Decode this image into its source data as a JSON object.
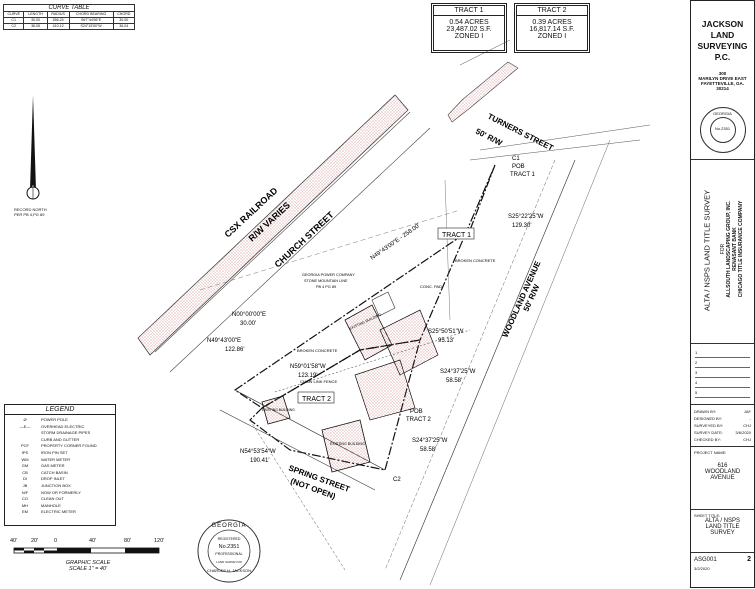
{
  "curve_table": {
    "title": "CURVE TABLE",
    "headers": [
      "CURVE",
      "LENGTH",
      "RADIUS",
      "CHORD BEARING",
      "CHORD"
    ],
    "rows": [
      [
        "C1",
        "30.00",
        "556.24",
        "S67°44'56\"E",
        "30.00"
      ],
      [
        "C2",
        "36.05",
        "410.12",
        "S24°15'50\"W",
        "36.04"
      ]
    ]
  },
  "tracts": [
    {
      "title": "TRACT 1",
      "acres": "0.54 ACRES",
      "sf": "23,487.02 S.F.",
      "zoned": "ZONED I"
    },
    {
      "title": "TRACT 2",
      "acres": "0.39 ACRES",
      "sf": "16,817.14 S.F.",
      "zoned": "ZONED I"
    }
  ],
  "north": {
    "label": "RECORD NORTH",
    "ref": "PER PB 4,PG 89"
  },
  "legend": {
    "title": "LEGEND",
    "items": [
      [
        "Ø",
        "POWER POLE"
      ],
      [
        "—E—",
        "OVERHEAD ELECTRIC"
      ],
      [
        "",
        "STORM DRAINAGE PIPES"
      ],
      [
        "",
        "CURB AND GUTTER"
      ],
      [
        "PCF",
        "PROPERTY CORNER FOUND"
      ],
      [
        "IPS",
        "IRON PIN SET"
      ],
      [
        "WM",
        "WATER METER"
      ],
      [
        "GM",
        "GAS METER"
      ],
      [
        "CB",
        "CATCH BASIN"
      ],
      [
        "DI",
        "DROP INLET"
      ],
      [
        "JB",
        "JUNCTION BOX"
      ],
      [
        "N/F",
        "NOW OR FORMERLY"
      ],
      [
        "CO",
        "CLEAN OUT"
      ],
      [
        "MH",
        "MANHOLE"
      ],
      [
        "EM",
        "ELECTRIC METER"
      ]
    ]
  },
  "scale": {
    "ticks": [
      "40'",
      "20'",
      "0",
      "40'",
      "80'",
      "120'"
    ],
    "label1": "GRAPHIC SCALE",
    "label2": "SCALE  1\" = 40'"
  },
  "seal": {
    "state": "GEORGIA",
    "reg": "REGISTERED",
    "no": "No.2351",
    "role": "PROFESSIONAL",
    "name": "CHARLES H. JACKSON",
    "sub": "LAND SURVEYOR"
  },
  "title_block": {
    "company": "JACKSON LAND SURVEYING P.C.",
    "address1": "300",
    "address2": "MARILYN DRIVE EAST",
    "address3": "FAYETTEVILLE, GA.",
    "address4": "30214",
    "survey_title": "ALTA / NSPS LAND TITLE SURVEY",
    "for": "FOR",
    "clients": [
      "ALLSOUTH LANDSCAPING GROUP, INC.",
      "RENASANT BANK",
      "CHICAGO TITLE INSURANCE COMPANY"
    ],
    "drawn_by_label": "DRAWN BY:",
    "drawn_by": "JAF",
    "designed_by_label": "DESIGNED BY:",
    "designed_by": "-",
    "surveyed_by_label": "SURVEYED BY:",
    "surveyed_by": "CHJ",
    "survey_date_label": "SURVEY DATE:",
    "survey_date": "3/6/2020",
    "checked_by_label": "CHECKED BY:",
    "checked_by": "CHJ",
    "project_name_label": "PROJECT NAME:",
    "project_name": [
      "616",
      "WOODLAND",
      "AVENUE"
    ],
    "sheet_title_label": "SHEET TITLE:",
    "sheet_title": [
      "ALTA / NSPS",
      "LAND TITLE",
      "SURVEY"
    ],
    "sheet_no": "ASG001",
    "sheet_num": "2",
    "date": "3/2/2020",
    "revisions": [
      "1",
      "2",
      "3",
      "4",
      "5"
    ]
  },
  "map_labels": {
    "railroad": "CSX RAILROAD",
    "rw_varies": "R/W VARIES",
    "church": "CHURCH STREET",
    "turners": "TURNERS STREET",
    "turners_rw": "50' R/W",
    "woodland": "WOODLAND AVENUE",
    "woodland_rw": "50' R/W",
    "spring": "SPRING STREET",
    "not_open": "(NOT OPEN)",
    "tract1": "TRACT 1",
    "tract2": "TRACT 2",
    "pob1": "POB",
    "pob1b": "TRACT 1",
    "pob2": "POB",
    "pob2b": "TRACT 2",
    "c1": "C1",
    "c2": "C2",
    "b1": "N49°43'00\"E - 258.00'",
    "b2": "S25°22'25\"W",
    "b2d": "129.30'",
    "b3": "N00°00'00\"E",
    "b3d": "30.00'",
    "b4": "N49°43'00\"E",
    "b4d": "122.86'",
    "b5": "S25°50'51\"W",
    "b5d": "95.13'",
    "b6": "N59°01'58\"W",
    "b6d": "123.19'",
    "b7": "S24°37'25\"W",
    "b7d": "58.58'",
    "b8": "S24°37'25\"W",
    "b8d": "58.58'",
    "b9": "N54°53'54\"W",
    "b9d": "190.41'",
    "existing_building": "EXISTING BUILDING",
    "broken_concrete": "BROKEN CONCRETE",
    "conc_pad": "CONC. PAD",
    "chain_link": "CHAIN LINK FENCE",
    "georgia_power": "GEORGIA POWER COMPANY",
    "stone_mountain": "STONE MOUNTAIN LINE",
    "pb_ref": "PB 4 PG 89"
  }
}
